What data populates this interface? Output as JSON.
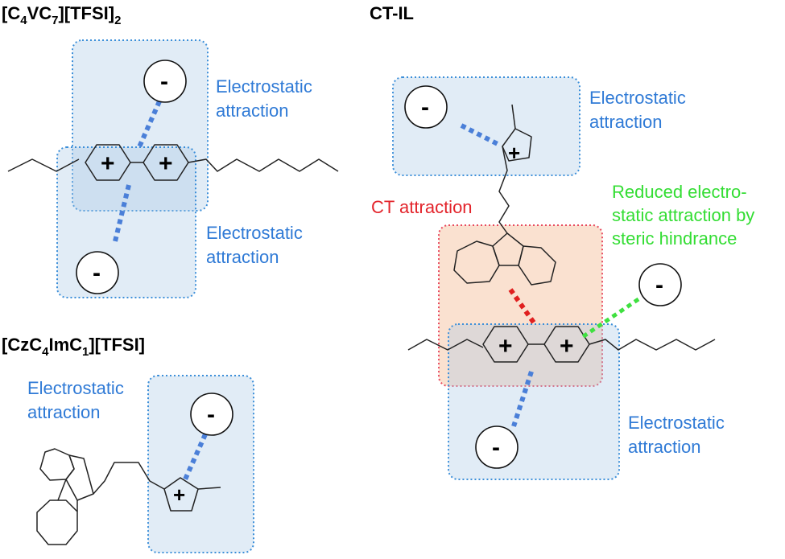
{
  "panel1": {
    "title_main": "[C",
    "title_sub1": "4",
    "title_mid1": "VC",
    "title_sub2": "7",
    "title_mid2": "][TFSI]",
    "title_sub3": "2",
    "label_top_line1": "Electrostatic",
    "label_top_line2": "attraction",
    "label_bottom_line1": "Electrostatic",
    "label_bottom_line2": "attraction",
    "anion_top": "-",
    "anion_bottom": "-",
    "cation_left": "+",
    "cation_right": "+"
  },
  "panel2": {
    "title_main": "[CzC",
    "title_sub1": "4",
    "title_mid1": "ImC",
    "title_sub2": "1",
    "title_mid2": "][TFSI]",
    "label_line1": "Electrostatic",
    "label_line2": "attraction",
    "anion": "-",
    "cation": "+"
  },
  "panel3": {
    "title": "CT-IL",
    "label_top_line1": "Electrostatic",
    "label_top_line2": "attraction",
    "label_ct": "CT attraction",
    "label_reduced_line1": "Reduced electro-",
    "label_reduced_line2": "static attraction by",
    "label_reduced_line3": "steric hindrance",
    "label_bottom_line1": "Electrostatic",
    "label_bottom_line2": "attraction",
    "anion_top": "-",
    "anion_right": "-",
    "anion_bottom": "-",
    "cation_imidazolium": "+",
    "cation_left": "+",
    "cation_right": "+"
  },
  "colors": {
    "electrostatic": "#2f7ad6",
    "ct": "#e3242b",
    "reduced": "#33dd33"
  }
}
